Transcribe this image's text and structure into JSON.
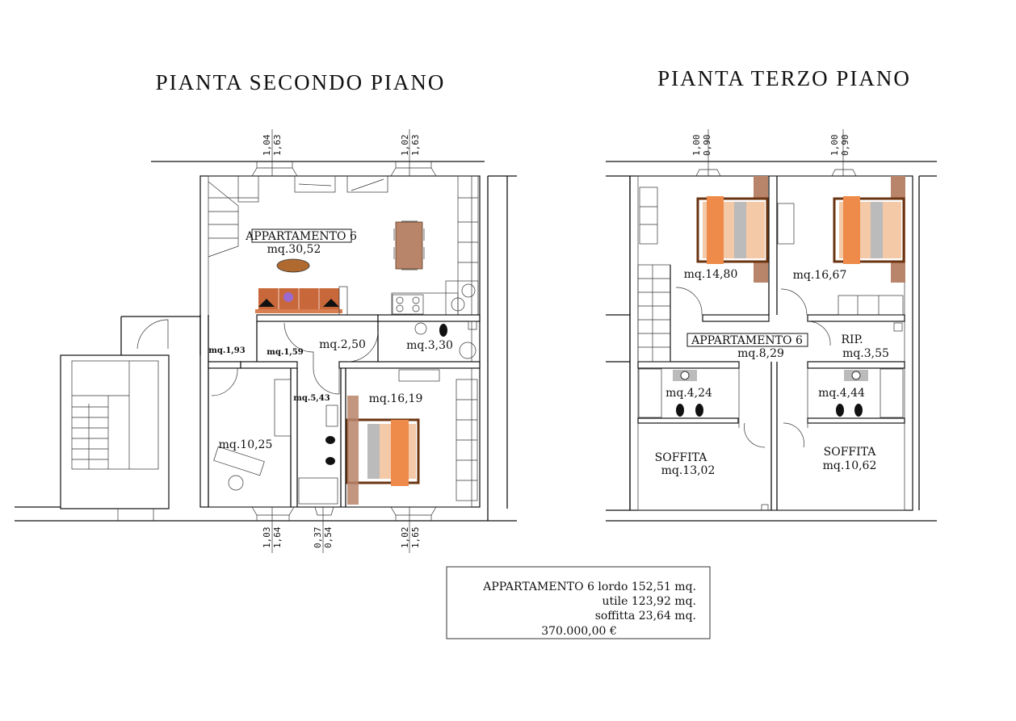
{
  "titles": {
    "second_floor": "PIANTA SECONDO PIANO",
    "third_floor": "PIANTA TERZO PIANO"
  },
  "second_floor": {
    "apartment_label": "APPARTAMENTO 6",
    "rooms": {
      "living": "mq.30,52",
      "closet": "mq.1,93",
      "hall_small": "mq.1,59",
      "hall": "mq.2,50",
      "bath_small": "mq.3,30",
      "bath": "mq.5,43",
      "bedroom": "mq.16,19",
      "study": "mq.10,25"
    },
    "dimensions": {
      "top_left": [
        "1,04",
        "1,63"
      ],
      "top_right": [
        "1,02",
        "1,63"
      ],
      "bottom_left": [
        "1,03",
        "1,64"
      ],
      "bottom_mid": [
        "0,37",
        "0,54"
      ],
      "bottom_right": [
        "1,02",
        "1,65"
      ]
    }
  },
  "third_floor": {
    "apartment_label": "APPARTAMENTO 6",
    "rooms": {
      "bedroom1": "mq.14,80",
      "bedroom2": "mq.16,67",
      "hall": "mq.8,29",
      "storage_name": "RIP.",
      "storage": "mq.3,55",
      "bath1": "mq.4,24",
      "bath2": "mq.4,44",
      "attic1_name": "SOFFITA",
      "attic1": "mq.13,02",
      "attic2_name": "SOFFITA",
      "attic2": "mq.10,62"
    },
    "dimensions": {
      "top_left": [
        "1,00",
        "0,90"
      ],
      "top_right": [
        "1,00",
        "0,90"
      ]
    }
  },
  "summary": {
    "line1": "APPARTAMENTO 6 lordo 152,51 mq.",
    "line2": "utile 123,92 mq.",
    "line3": "soffitta 23,64 mq.",
    "price": "370.000,00 €"
  },
  "colors": {
    "bed": "#ee8a4a",
    "wood": "#b8846a",
    "frame": "#6b3410",
    "sofa": "#c8683a"
  }
}
